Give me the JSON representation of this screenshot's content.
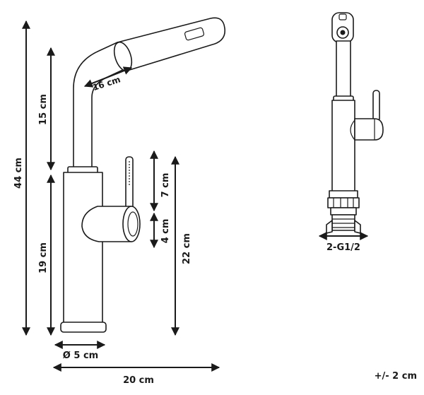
{
  "labels": {
    "total_height": "44 cm",
    "spout_height": "15 cm",
    "body_height": "19 cm",
    "spout_diameter": "16 cm",
    "handle_upper": "7 cm",
    "handle_lower": "4 cm",
    "base_to_handle": "22 cm",
    "base_diameter": "Ø 5 cm",
    "reach": "20 cm",
    "thread": "2-G1/2",
    "tolerance": "+/- 2 cm"
  }
}
